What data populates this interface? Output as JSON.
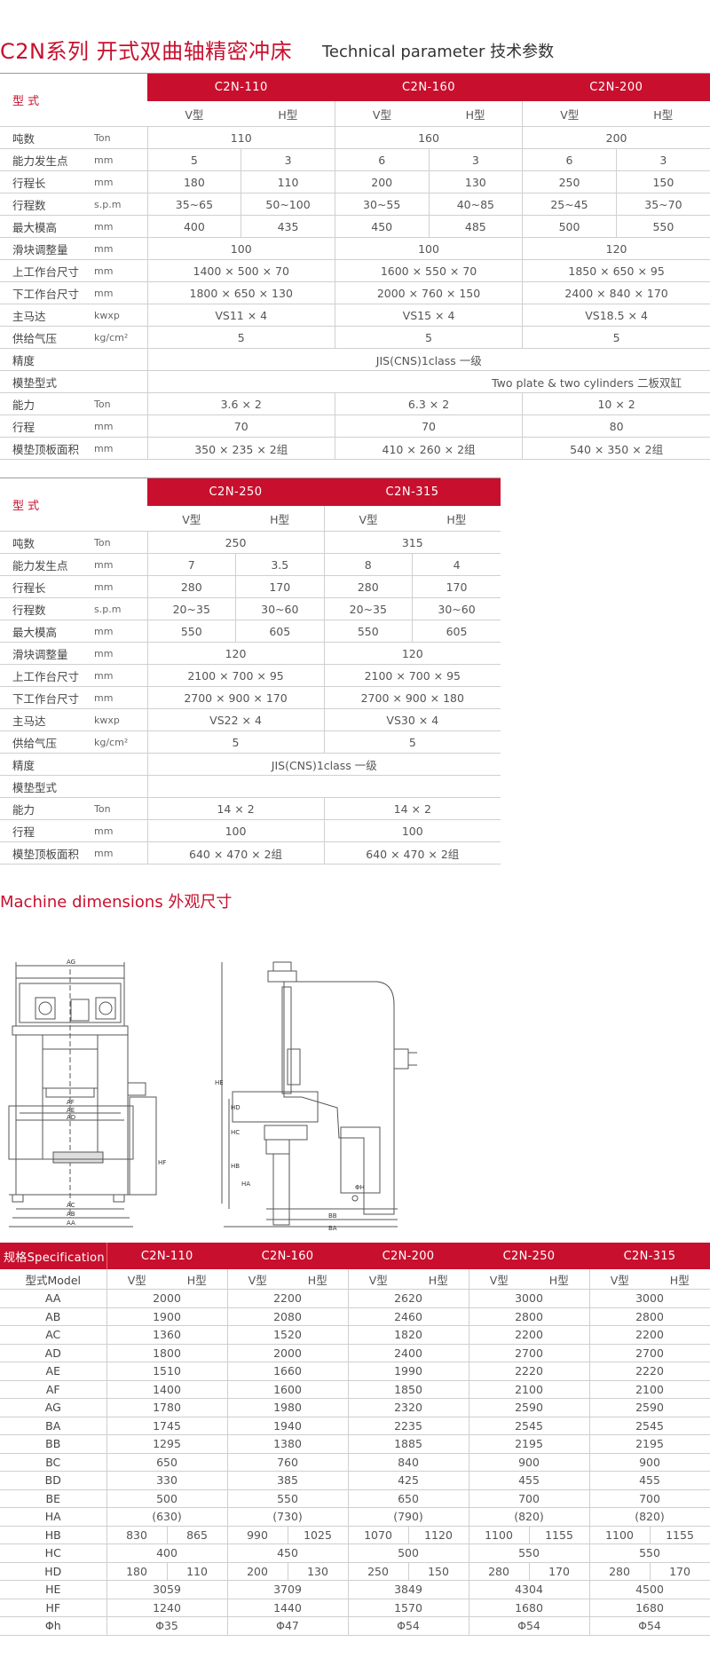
{
  "header": {
    "title_cn": "C2N系列  开式双曲轴精密冲床",
    "title_en": "Technical parameter 技术参数"
  },
  "spec_table_1": {
    "type_label": "型  式",
    "models": [
      "C2N-110",
      "C2N-160",
      "C2N-200"
    ],
    "v_label": "V型",
    "h_label": "H型",
    "rows": [
      {
        "label": "吨数",
        "unit": "Ton",
        "cells": [
          {
            "span": 2,
            "v": "110"
          },
          {
            "span": 2,
            "v": "160"
          },
          {
            "span": 2,
            "v": "200"
          }
        ]
      },
      {
        "label": "能力发生点",
        "unit": "mm",
        "cells": [
          {
            "span": 1,
            "v": "5"
          },
          {
            "span": 1,
            "v": "3"
          },
          {
            "span": 1,
            "v": "6"
          },
          {
            "span": 1,
            "v": "3"
          },
          {
            "span": 1,
            "v": "6"
          },
          {
            "span": 1,
            "v": "3"
          }
        ]
      },
      {
        "label": "行程长",
        "unit": "mm",
        "cells": [
          {
            "span": 1,
            "v": "180"
          },
          {
            "span": 1,
            "v": "110"
          },
          {
            "span": 1,
            "v": "200"
          },
          {
            "span": 1,
            "v": "130"
          },
          {
            "span": 1,
            "v": "250"
          },
          {
            "span": 1,
            "v": "150"
          }
        ]
      },
      {
        "label": "行程数",
        "unit": "s.p.m",
        "cells": [
          {
            "span": 1,
            "v": "35~65"
          },
          {
            "span": 1,
            "v": "50~100"
          },
          {
            "span": 1,
            "v": "30~55"
          },
          {
            "span": 1,
            "v": "40~85"
          },
          {
            "span": 1,
            "v": "25~45"
          },
          {
            "span": 1,
            "v": "35~70"
          }
        ]
      },
      {
        "label": "最大模高",
        "unit": "mm",
        "cells": [
          {
            "span": 1,
            "v": "400"
          },
          {
            "span": 1,
            "v": "435"
          },
          {
            "span": 1,
            "v": "450"
          },
          {
            "span": 1,
            "v": "485"
          },
          {
            "span": 1,
            "v": "500"
          },
          {
            "span": 1,
            "v": "550"
          }
        ]
      },
      {
        "label": "滑块调整量",
        "unit": "mm",
        "cells": [
          {
            "span": 2,
            "v": "100"
          },
          {
            "span": 2,
            "v": "100"
          },
          {
            "span": 2,
            "v": "120"
          }
        ]
      },
      {
        "label": "上工作台尺寸",
        "unit": "mm",
        "cells": [
          {
            "span": 2,
            "v": "1400 × 500 × 70"
          },
          {
            "span": 2,
            "v": "1600 × 550 × 70"
          },
          {
            "span": 2,
            "v": "1850 × 650 × 95"
          }
        ]
      },
      {
        "label": "下工作台尺寸",
        "unit": "mm",
        "cells": [
          {
            "span": 2,
            "v": "1800 × 650 × 130"
          },
          {
            "span": 2,
            "v": "2000 × 760 × 150"
          },
          {
            "span": 2,
            "v": "2400 × 840 × 170"
          }
        ]
      },
      {
        "label": "主马达",
        "unit": "kwxp",
        "cells": [
          {
            "span": 2,
            "v": "VS11 × 4"
          },
          {
            "span": 2,
            "v": "VS15 × 4"
          },
          {
            "span": 2,
            "v": "VS18.5 × 4"
          }
        ]
      },
      {
        "label": "供给气压",
        "unit": "kg/cm²",
        "cells": [
          {
            "span": 2,
            "v": "5"
          },
          {
            "span": 2,
            "v": "5"
          },
          {
            "span": 2,
            "v": "5"
          }
        ]
      },
      {
        "label": "精度",
        "unit": "",
        "cells": [
          {
            "span": 6,
            "v": "JIS(CNS)1class 一级"
          }
        ]
      },
      {
        "label": "模垫型式",
        "unit": "",
        "cells": [
          {
            "span": 6,
            "v": "Two plate & two cylinders 二板双缸",
            "align": "right"
          }
        ]
      },
      {
        "label": "能力",
        "unit": "Ton",
        "cells": [
          {
            "span": 2,
            "v": "3.6 × 2"
          },
          {
            "span": 2,
            "v": "6.3 × 2"
          },
          {
            "span": 2,
            "v": "10 × 2"
          }
        ]
      },
      {
        "label": "行程",
        "unit": "mm",
        "cells": [
          {
            "span": 2,
            "v": "70"
          },
          {
            "span": 2,
            "v": "70"
          },
          {
            "span": 2,
            "v": "80"
          }
        ]
      },
      {
        "label": "模垫顶板面积",
        "unit": "mm",
        "cells": [
          {
            "span": 2,
            "v": "350 × 235 × 2组"
          },
          {
            "span": 2,
            "v": "410 × 260 × 2组"
          },
          {
            "span": 2,
            "v": "540 × 350 × 2组"
          }
        ]
      }
    ]
  },
  "spec_table_2": {
    "type_label": "型  式",
    "models": [
      "C2N-250",
      "C2N-315"
    ],
    "v_label": "V型",
    "h_label": "H型",
    "rows": [
      {
        "label": "吨数",
        "unit": "Ton",
        "cells": [
          {
            "span": 2,
            "v": "250"
          },
          {
            "span": 2,
            "v": "315"
          }
        ]
      },
      {
        "label": "能力发生点",
        "unit": "mm",
        "cells": [
          {
            "span": 1,
            "v": "7"
          },
          {
            "span": 1,
            "v": "3.5"
          },
          {
            "span": 1,
            "v": "8"
          },
          {
            "span": 1,
            "v": "4"
          }
        ]
      },
      {
        "label": "行程长",
        "unit": "mm",
        "cells": [
          {
            "span": 1,
            "v": "280"
          },
          {
            "span": 1,
            "v": "170"
          },
          {
            "span": 1,
            "v": "280"
          },
          {
            "span": 1,
            "v": "170"
          }
        ]
      },
      {
        "label": "行程数",
        "unit": "s.p.m",
        "cells": [
          {
            "span": 1,
            "v": "20~35"
          },
          {
            "span": 1,
            "v": "30~60"
          },
          {
            "span": 1,
            "v": "20~35"
          },
          {
            "span": 1,
            "v": "30~60"
          }
        ]
      },
      {
        "label": "最大模高",
        "unit": "mm",
        "cells": [
          {
            "span": 1,
            "v": "550"
          },
          {
            "span": 1,
            "v": "605"
          },
          {
            "span": 1,
            "v": "550"
          },
          {
            "span": 1,
            "v": "605"
          }
        ]
      },
      {
        "label": "滑块调整量",
        "unit": "mm",
        "cells": [
          {
            "span": 2,
            "v": "120"
          },
          {
            "span": 2,
            "v": "120"
          }
        ]
      },
      {
        "label": "上工作台尺寸",
        "unit": "mm",
        "cells": [
          {
            "span": 2,
            "v": "2100 × 700 × 95"
          },
          {
            "span": 2,
            "v": "2100 × 700 × 95"
          }
        ]
      },
      {
        "label": "下工作台尺寸",
        "unit": "mm",
        "cells": [
          {
            "span": 2,
            "v": "2700 × 900 × 170"
          },
          {
            "span": 2,
            "v": "2700 × 900 × 180"
          }
        ]
      },
      {
        "label": "主马达",
        "unit": "kwxp",
        "cells": [
          {
            "span": 2,
            "v": "VS22 × 4"
          },
          {
            "span": 2,
            "v": "VS30 × 4"
          }
        ]
      },
      {
        "label": "供给气压",
        "unit": "kg/cm²",
        "cells": [
          {
            "span": 2,
            "v": "5"
          },
          {
            "span": 2,
            "v": "5"
          }
        ]
      },
      {
        "label": "精度",
        "unit": "",
        "cells": [
          {
            "span": 4,
            "v": "JIS(CNS)1class 一级"
          }
        ]
      },
      {
        "label": "模垫型式",
        "unit": "",
        "cells": [
          {
            "span": 4,
            "v": ""
          }
        ]
      },
      {
        "label": "能力",
        "unit": "Ton",
        "cells": [
          {
            "span": 2,
            "v": "14 × 2"
          },
          {
            "span": 2,
            "v": "14 × 2"
          }
        ]
      },
      {
        "label": "行程",
        "unit": "mm",
        "cells": [
          {
            "span": 2,
            "v": "100"
          },
          {
            "span": 2,
            "v": "100"
          }
        ]
      },
      {
        "label": "模垫顶板面积",
        "unit": "mm",
        "cells": [
          {
            "span": 2,
            "v": "640 × 470 × 2组"
          },
          {
            "span": 2,
            "v": "640 × 470 × 2组"
          }
        ]
      }
    ]
  },
  "machine_dimensions": {
    "title": "Machine dimensions  外观尺寸",
    "front_labels": [
      "AG",
      "AF",
      "AE",
      "AD",
      "AC",
      "AB",
      "AA",
      "HF"
    ],
    "side_labels": [
      "HE",
      "HD",
      "HC",
      "HB",
      "HA",
      "ΦH",
      "BB",
      "BA"
    ]
  },
  "dim_table": {
    "spec_label": "规格Specification",
    "model_label": "型式Model",
    "models": [
      "C2N-110",
      "C2N-160",
      "C2N-200",
      "C2N-250",
      "C2N-315"
    ],
    "v_label": "V型",
    "h_label": "H型",
    "rows": [
      {
        "label": "AA",
        "cells": [
          {
            "span": 2,
            "v": "2000"
          },
          {
            "span": 2,
            "v": "2200"
          },
          {
            "span": 2,
            "v": "2620"
          },
          {
            "span": 2,
            "v": "3000"
          },
          {
            "span": 2,
            "v": "3000"
          }
        ]
      },
      {
        "label": "AB",
        "cells": [
          {
            "span": 2,
            "v": "1900"
          },
          {
            "span": 2,
            "v": "2080"
          },
          {
            "span": 2,
            "v": "2460"
          },
          {
            "span": 2,
            "v": "2800"
          },
          {
            "span": 2,
            "v": "2800"
          }
        ]
      },
      {
        "label": "AC",
        "cells": [
          {
            "span": 2,
            "v": "1360"
          },
          {
            "span": 2,
            "v": "1520"
          },
          {
            "span": 2,
            "v": "1820"
          },
          {
            "span": 2,
            "v": "2200"
          },
          {
            "span": 2,
            "v": "2200"
          }
        ]
      },
      {
        "label": "AD",
        "cells": [
          {
            "span": 2,
            "v": "1800"
          },
          {
            "span": 2,
            "v": "2000"
          },
          {
            "span": 2,
            "v": "2400"
          },
          {
            "span": 2,
            "v": "2700"
          },
          {
            "span": 2,
            "v": "2700"
          }
        ]
      },
      {
        "label": "AE",
        "cells": [
          {
            "span": 2,
            "v": "1510"
          },
          {
            "span": 2,
            "v": "1660"
          },
          {
            "span": 2,
            "v": "1990"
          },
          {
            "span": 2,
            "v": "2220"
          },
          {
            "span": 2,
            "v": "2220"
          }
        ]
      },
      {
        "label": "AF",
        "cells": [
          {
            "span": 2,
            "v": "1400"
          },
          {
            "span": 2,
            "v": "1600"
          },
          {
            "span": 2,
            "v": "1850"
          },
          {
            "span": 2,
            "v": "2100"
          },
          {
            "span": 2,
            "v": "2100"
          }
        ]
      },
      {
        "label": "AG",
        "cells": [
          {
            "span": 2,
            "v": "1780"
          },
          {
            "span": 2,
            "v": "1980"
          },
          {
            "span": 2,
            "v": "2320"
          },
          {
            "span": 2,
            "v": "2590"
          },
          {
            "span": 2,
            "v": "2590"
          }
        ]
      },
      {
        "label": "BA",
        "cells": [
          {
            "span": 2,
            "v": "1745"
          },
          {
            "span": 2,
            "v": "1940"
          },
          {
            "span": 2,
            "v": "2235"
          },
          {
            "span": 2,
            "v": "2545"
          },
          {
            "span": 2,
            "v": "2545"
          }
        ]
      },
      {
        "label": "BB",
        "cells": [
          {
            "span": 2,
            "v": "1295"
          },
          {
            "span": 2,
            "v": "1380"
          },
          {
            "span": 2,
            "v": "1885"
          },
          {
            "span": 2,
            "v": "2195"
          },
          {
            "span": 2,
            "v": "2195"
          }
        ]
      },
      {
        "label": "BC",
        "cells": [
          {
            "span": 2,
            "v": "650"
          },
          {
            "span": 2,
            "v": "760"
          },
          {
            "span": 2,
            "v": "840"
          },
          {
            "span": 2,
            "v": "900"
          },
          {
            "span": 2,
            "v": "900"
          }
        ]
      },
      {
        "label": "BD",
        "cells": [
          {
            "span": 2,
            "v": "330"
          },
          {
            "span": 2,
            "v": "385"
          },
          {
            "span": 2,
            "v": "425"
          },
          {
            "span": 2,
            "v": "455"
          },
          {
            "span": 2,
            "v": "455"
          }
        ]
      },
      {
        "label": "BE",
        "cells": [
          {
            "span": 2,
            "v": "500"
          },
          {
            "span": 2,
            "v": "550"
          },
          {
            "span": 2,
            "v": "650"
          },
          {
            "span": 2,
            "v": "700"
          },
          {
            "span": 2,
            "v": "700"
          }
        ]
      },
      {
        "label": "HA",
        "cells": [
          {
            "span": 2,
            "v": "(630)"
          },
          {
            "span": 2,
            "v": "(730)"
          },
          {
            "span": 2,
            "v": "(790)"
          },
          {
            "span": 2,
            "v": "(820)"
          },
          {
            "span": 2,
            "v": "(820)"
          }
        ]
      },
      {
        "label": "HB",
        "cells": [
          {
            "span": 1,
            "v": "830"
          },
          {
            "span": 1,
            "v": "865"
          },
          {
            "span": 1,
            "v": "990"
          },
          {
            "span": 1,
            "v": "1025"
          },
          {
            "span": 1,
            "v": "1070"
          },
          {
            "span": 1,
            "v": "1120"
          },
          {
            "span": 1,
            "v": "1100"
          },
          {
            "span": 1,
            "v": "1155"
          },
          {
            "span": 1,
            "v": "1100"
          },
          {
            "span": 1,
            "v": "1155"
          }
        ]
      },
      {
        "label": "HC",
        "cells": [
          {
            "span": 2,
            "v": "400"
          },
          {
            "span": 2,
            "v": "450"
          },
          {
            "span": 2,
            "v": "500"
          },
          {
            "span": 2,
            "v": "550"
          },
          {
            "span": 2,
            "v": "550"
          }
        ]
      },
      {
        "label": "HD",
        "cells": [
          {
            "span": 1,
            "v": "180"
          },
          {
            "span": 1,
            "v": "110"
          },
          {
            "span": 1,
            "v": "200"
          },
          {
            "span": 1,
            "v": "130"
          },
          {
            "span": 1,
            "v": "250"
          },
          {
            "span": 1,
            "v": "150"
          },
          {
            "span": 1,
            "v": "280"
          },
          {
            "span": 1,
            "v": "170"
          },
          {
            "span": 1,
            "v": "280"
          },
          {
            "span": 1,
            "v": "170"
          }
        ]
      },
      {
        "label": "HE",
        "cells": [
          {
            "span": 2,
            "v": "3059"
          },
          {
            "span": 2,
            "v": "3709"
          },
          {
            "span": 2,
            "v": "3849"
          },
          {
            "span": 2,
            "v": "4304"
          },
          {
            "span": 2,
            "v": "4500"
          }
        ]
      },
      {
        "label": "HF",
        "cells": [
          {
            "span": 2,
            "v": "1240"
          },
          {
            "span": 2,
            "v": "1440"
          },
          {
            "span": 2,
            "v": "1570"
          },
          {
            "span": 2,
            "v": "1680"
          },
          {
            "span": 2,
            "v": "1680"
          }
        ]
      },
      {
        "label": "Φh",
        "cells": [
          {
            "span": 2,
            "v": "Φ35"
          },
          {
            "span": 2,
            "v": "Φ47"
          },
          {
            "span": 2,
            "v": "Φ54"
          },
          {
            "span": 2,
            "v": "Φ54"
          },
          {
            "span": 2,
            "v": "Φ54"
          }
        ]
      }
    ]
  },
  "colors": {
    "accent": "#c8102e",
    "text": "#444444",
    "rule": "#d0d0d0"
  }
}
